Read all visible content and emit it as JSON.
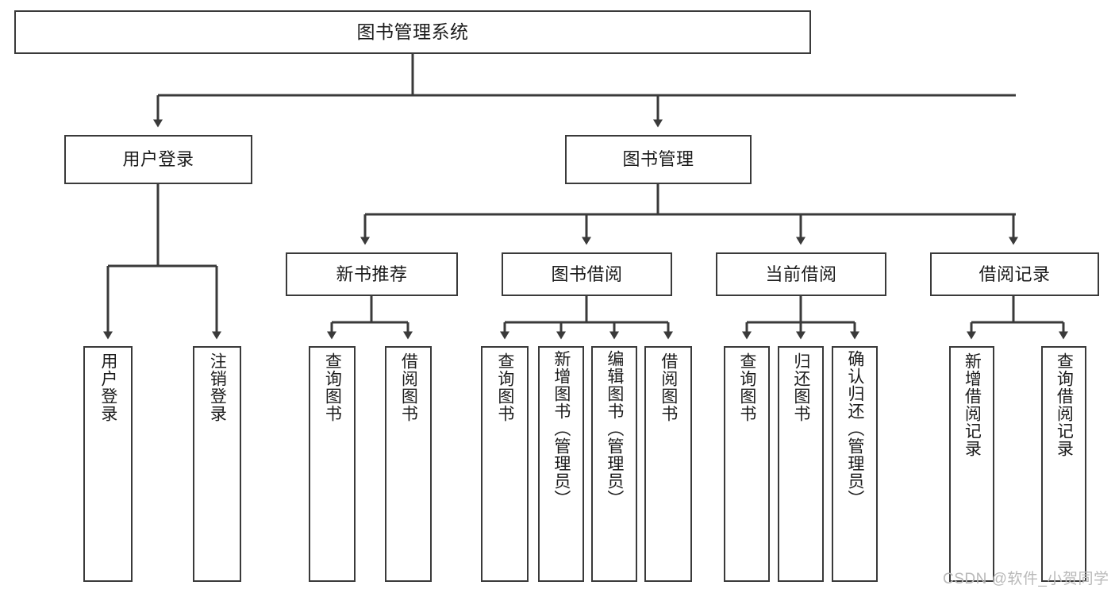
{
  "diagram": {
    "type": "tree",
    "title": "图书管理系统",
    "root": {
      "id": "root",
      "label": "图书管理系统"
    },
    "level2": [
      {
        "id": "user-login",
        "label": "用户登录"
      },
      {
        "id": "book-manage",
        "label": "图书管理"
      }
    ],
    "level3": [
      {
        "id": "new-book-recommend",
        "label": "新书推荐",
        "parent": "book-manage"
      },
      {
        "id": "book-borrow",
        "label": "图书借阅",
        "parent": "book-manage"
      },
      {
        "id": "current-borrow",
        "label": "当前借阅",
        "parent": "book-manage"
      },
      {
        "id": "borrow-record",
        "label": "借阅记录",
        "parent": "book-manage"
      }
    ],
    "leaves": [
      {
        "id": "leaf-user-login",
        "label": "用户登录",
        "parent": "user-login"
      },
      {
        "id": "leaf-logout",
        "label": "注销登录",
        "parent": "user-login"
      },
      {
        "id": "leaf-query-book-1",
        "label": "查询图书",
        "parent": "new-book-recommend"
      },
      {
        "id": "leaf-borrow-book-1",
        "label": "借阅图书",
        "parent": "new-book-recommend"
      },
      {
        "id": "leaf-query-book-2",
        "label": "查询图书",
        "parent": "book-borrow"
      },
      {
        "id": "leaf-add-book",
        "label": "新增图书（管理员）",
        "parent": "book-borrow"
      },
      {
        "id": "leaf-edit-book",
        "label": "编辑图书（管理员）",
        "parent": "book-borrow"
      },
      {
        "id": "leaf-borrow-book-2",
        "label": "借阅图书",
        "parent": "book-borrow"
      },
      {
        "id": "leaf-query-book-3",
        "label": "查询图书",
        "parent": "current-borrow"
      },
      {
        "id": "leaf-return-book",
        "label": "归还图书",
        "parent": "current-borrow"
      },
      {
        "id": "leaf-confirm-return",
        "label": "确认归还（管理员）",
        "parent": "current-borrow"
      },
      {
        "id": "leaf-add-record",
        "label": "新增借阅记录",
        "parent": "borrow-record"
      },
      {
        "id": "leaf-query-record",
        "label": "查询借阅记录",
        "parent": "borrow-record"
      }
    ],
    "colors": {
      "box_border": "#3a3a3a",
      "box_fill": "#ffffff",
      "connector": "#3a3a3a",
      "text": "#1b1b1b",
      "watermark": "#b9b9b9"
    }
  },
  "watermark": {
    "text": "CSDN @软件_小贺同学"
  }
}
